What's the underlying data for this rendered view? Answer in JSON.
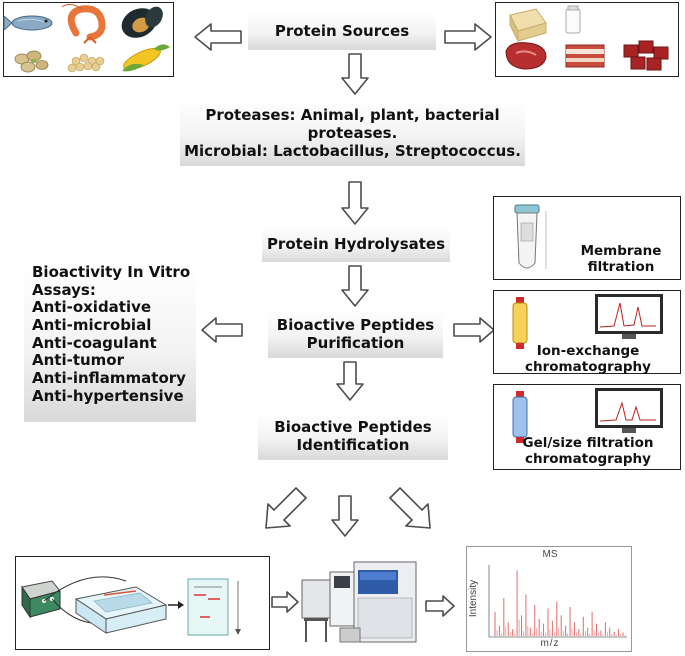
{
  "flow": {
    "sources": "Protein Sources",
    "proteases_line1": "Proteases: Animal, plant, bacterial",
    "proteases_line2": "proteases.",
    "proteases_line3": "Microbial: Lactobacillus, Streptococcus.",
    "hydrolysates": "Protein Hydrolysates",
    "purification_line1": "Bioactive Peptides",
    "purification_line2": "Purification",
    "identification_line1": "Bioactive Peptides",
    "identification_line2": "Identification"
  },
  "assays": {
    "title_line1": "Bioactivity In Vitro",
    "title_line2": "Assays:",
    "items": [
      "Anti-oxidative",
      "Anti-microbial",
      "Anti-coagulant",
      "Anti-tumor",
      "Anti-inflammatory",
      "Anti-hypertensive"
    ]
  },
  "methods": {
    "membrane_line1": "Membrane",
    "membrane_line2": "filtration",
    "ion_line1": "Ion-exchange",
    "ion_line2": "chromatography",
    "gel_line1": "Gel/size filtration",
    "gel_line2": "chromatography"
  },
  "ms_plot": {
    "title": "MS",
    "xlabel": "m/z",
    "ylabel": "Intensity"
  },
  "colors": {
    "arrow_fill": "#ffffff",
    "arrow_stroke": "#4d4d4d",
    "ms_peaks": "#e36b6b"
  }
}
